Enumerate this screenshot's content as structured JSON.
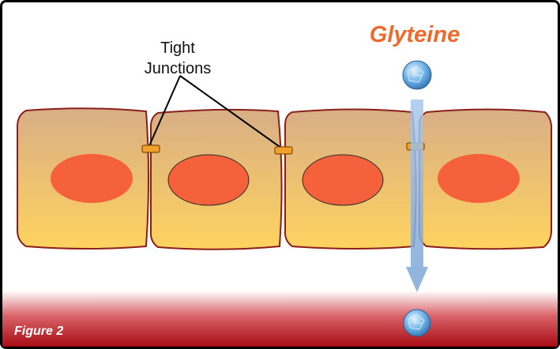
{
  "figure_label": "Figure 2",
  "labels": {
    "tight_junctions_line1": "Tight",
    "tight_junctions_line2": "Junctions",
    "molecule": "Glyteine"
  },
  "colors": {
    "cell_top": "#d8ae86",
    "cell_bottom": "#ffd35f",
    "cell_border": "#8c1e1a",
    "nucleus": "#f5613a",
    "tight_junction": "#f0a12a",
    "arrow": "#8db5e0",
    "molecule": "#4f9fd8",
    "molecule_label": "#ee6a2c",
    "blood_band": "#a80b12"
  }
}
